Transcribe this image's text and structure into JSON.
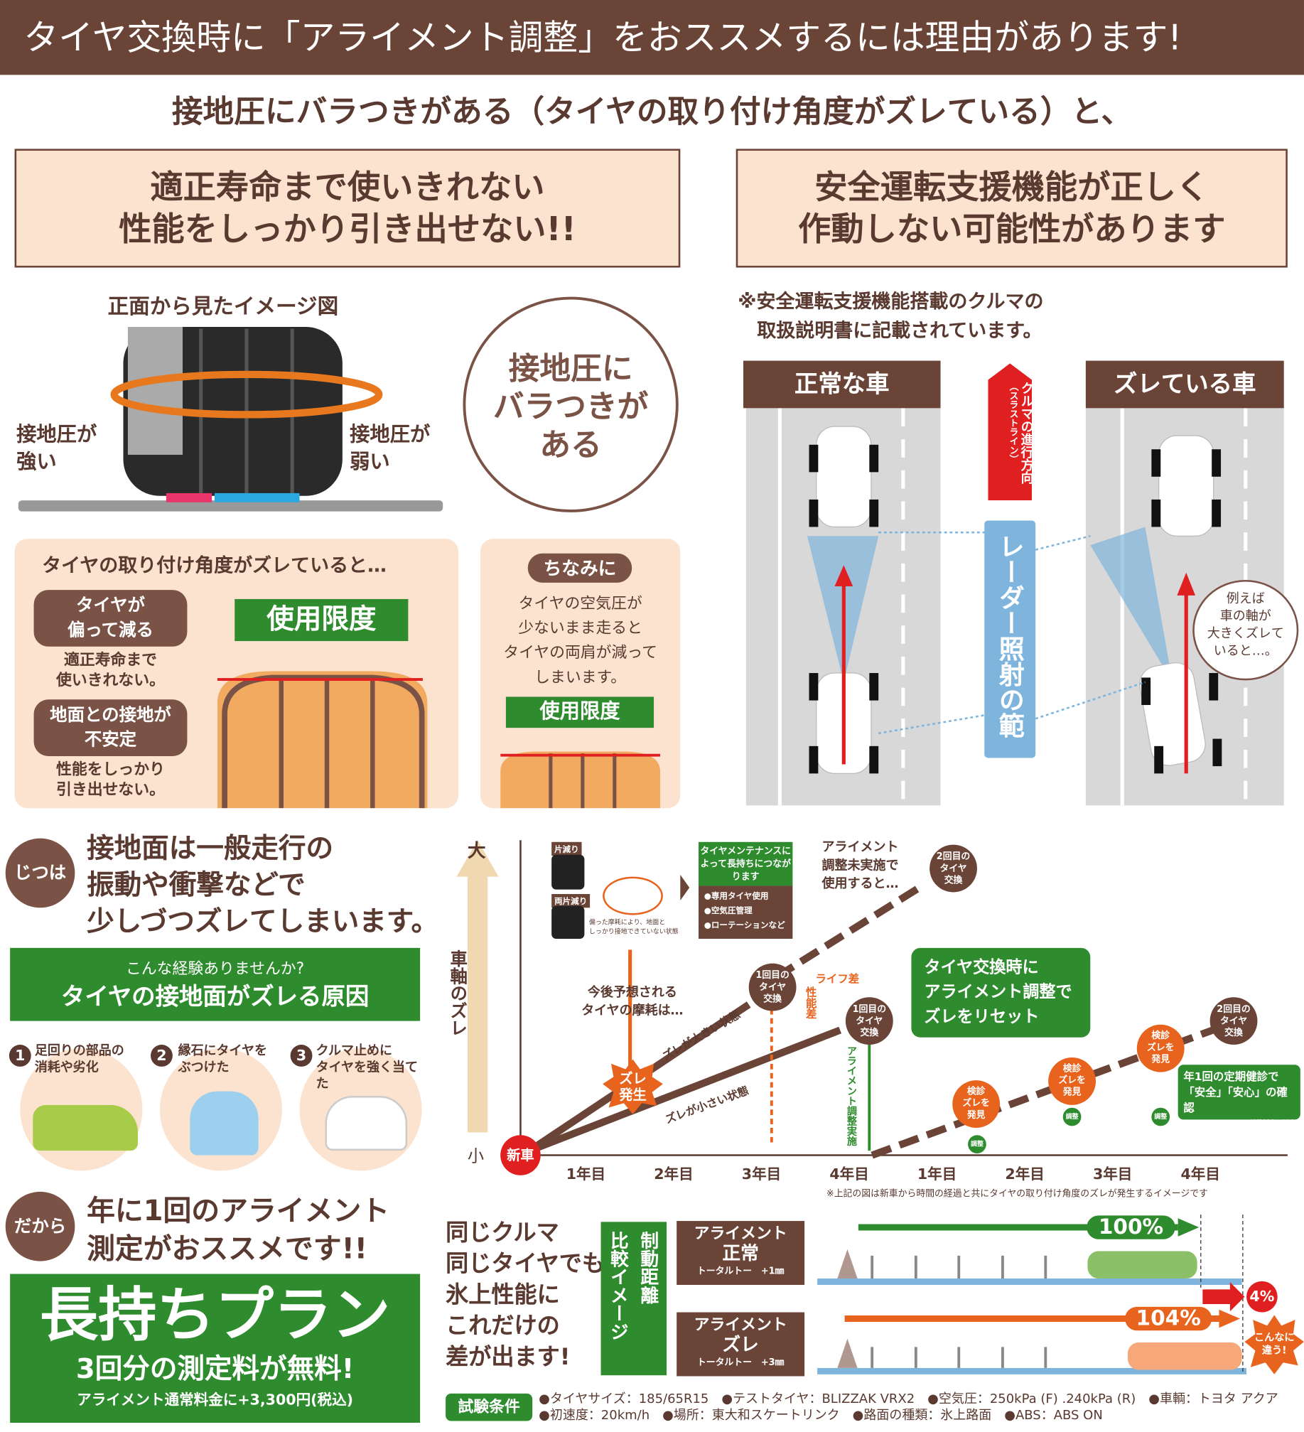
{
  "header": {
    "title": "タイヤ交換時に「アライメント調整」をおススメするには理由があります!"
  },
  "subtitle": "接地圧にバラつきがある（タイヤの取り付け角度がズレている）と、",
  "box_left": {
    "line1": "適正寿命まで使いきれない",
    "line2": "性能をしっかり引き出せない!!"
  },
  "box_right": {
    "line1": "安全運転支援機能が正しく",
    "line2": "作動しない可能性があります"
  },
  "tire_figure": {
    "title": "正面から見たイメージ図",
    "strong": "接地圧が\n強い",
    "weak": "接地圧が\n弱い"
  },
  "circle_text": "接地圧に\nバラつきが\nある",
  "panel_left": {
    "title": "タイヤの取り付け角度がズレていると…",
    "tag1": "タイヤが\n偏って減る",
    "desc1": "適正寿命まで\n使いきれない。",
    "tag2": "地面との接地が\n不安定",
    "desc2": "性能をしっかり\n引き出せない。",
    "limit": "使用限度"
  },
  "panel_mid": {
    "tag": "ちなみに",
    "text": "タイヤの空気圧が\n少ないまま走ると\nタイヤの両肩が減って\nしまいます。",
    "limit": "使用限度"
  },
  "radar": {
    "note": "※安全運転支援機能搭載のクルマの\n　取扱説明書に記載されています。",
    "normal": "正常な車",
    "shifted": "ズレている車",
    "direction": "クルマの進行方向",
    "thrust": "（スラストライン）",
    "range": "レーダー照射の範囲",
    "bubble": "例えば\n車の軸が\n大きくズレて\nいると…。"
  },
  "jitsu": {
    "badge": "じつは",
    "text": "接地面は一般走行の\n振動や衝撃などで\n少しづつズレてしまいます。"
  },
  "cause": {
    "sub": "こんな経験ありませんか?",
    "title": "タイヤの接地面がズレる原因",
    "items": [
      {
        "num": "1",
        "label": "足回りの部品の\n消耗や劣化"
      },
      {
        "num": "2",
        "label": "縁石にタイヤを\nぶつけた"
      },
      {
        "num": "3",
        "label": "クルマ止めに\nタイヤを強く当てた"
      }
    ]
  },
  "dakara": {
    "badge": "だから",
    "text": "年に1回のアライメント\n測定がおススメです!!"
  },
  "plan": {
    "title": "長持ちプラン",
    "sub": "3回分の測定料が無料!",
    "note": "アライメント通常料金に+3,300円(税込)"
  },
  "chart": {
    "y_top": "大",
    "y_bottom": "小",
    "y_label": "車軸のズレ",
    "new_car": "新車",
    "years": [
      "1年目",
      "2年目",
      "3年目",
      "4年目",
      "1年目",
      "2年目",
      "3年目",
      "4年目"
    ],
    "wear1": "片減り",
    "wear2": "両片減り",
    "wear_note": "偏った摩耗により、地面と\nしっかり接地できていない状態",
    "maint_title": "タイヤメンテナンスによって長持ちにつながります",
    "maint_items": [
      "●専用タイヤ使用",
      "●空気圧管理",
      "●ローテーションなど"
    ],
    "predict": "今後予想される\nタイヤの摩耗は…",
    "zure": "ズレ\n発生",
    "big": "ズレが大きい状態",
    "small": "ズレが小さい状態",
    "first_swap": "1回目の\nタイヤ\n交換",
    "second_swap": "2回目の\nタイヤ\n交換",
    "not_adjusted": "アライメント\n調整未実施で\n使用すると…",
    "life_gap": "ライフ差",
    "perf_gap": "性能差",
    "adjusted": "アライメント調整実施",
    "reset": "タイヤ交換時に\nアライメント調整で\nズレをリセット",
    "check": "検診\nズレを\n発見",
    "adjust": "調整",
    "annual": "年1回の定期健診で\n「安全」「安心」の確認",
    "annual_note": "※調整料金は別途",
    "footnote": "※上記の図は新車から時間の経過と共にタイヤの取り付け角度のズレが発生するイメージです"
  },
  "compare": {
    "left": "同じクルマ\n同じタイヤでも\n氷上性能に\nこれだけの\n差が出ます!",
    "vertical1": "比較イメージ",
    "vertical2": "制動距離",
    "row1": {
      "a": "アライメント",
      "b": "正常",
      "c": "トータルトー　+1㎜",
      "pct": "100%"
    },
    "row2": {
      "a": "アライメント",
      "b": "ズレ",
      "c": "トータルトー　+3㎜",
      "pct": "104%"
    },
    "diff": "4%",
    "burst": "こんなに\n違う!"
  },
  "conditions": {
    "label": "試験条件",
    "items": [
      "●タイヤサイズ：185/65R15",
      "●テストタイヤ：BLIZZAK VRX2",
      "●空気圧：250kPa (F) .240kPa (R)",
      "●車輌：トヨタ アクア",
      "●初速度：20km/h",
      "●場所：東大和スケートリンク",
      "●路面の種類：氷上路面",
      "●ABS：ABS ON"
    ]
  },
  "colors": {
    "brown": "#6b4438",
    "peach": "#fbe3cf",
    "green": "#2e8b2e",
    "orange": "#e8641e",
    "red": "#e02020",
    "blue": "#7fb5dd"
  }
}
